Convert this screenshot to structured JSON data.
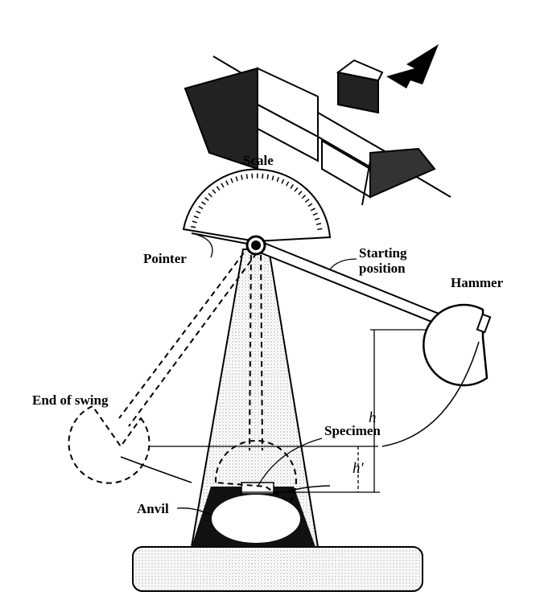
{
  "labels": {
    "scale": "Scale",
    "pointer": "Pointer",
    "starting_position_line1": "Starting",
    "starting_position_line2": "position",
    "hammer": "Hammer",
    "end_of_swing": "End of swing",
    "specimen": "Specimen",
    "h": "h",
    "h_prime": "h'",
    "anvil": "Anvil"
  }
}
